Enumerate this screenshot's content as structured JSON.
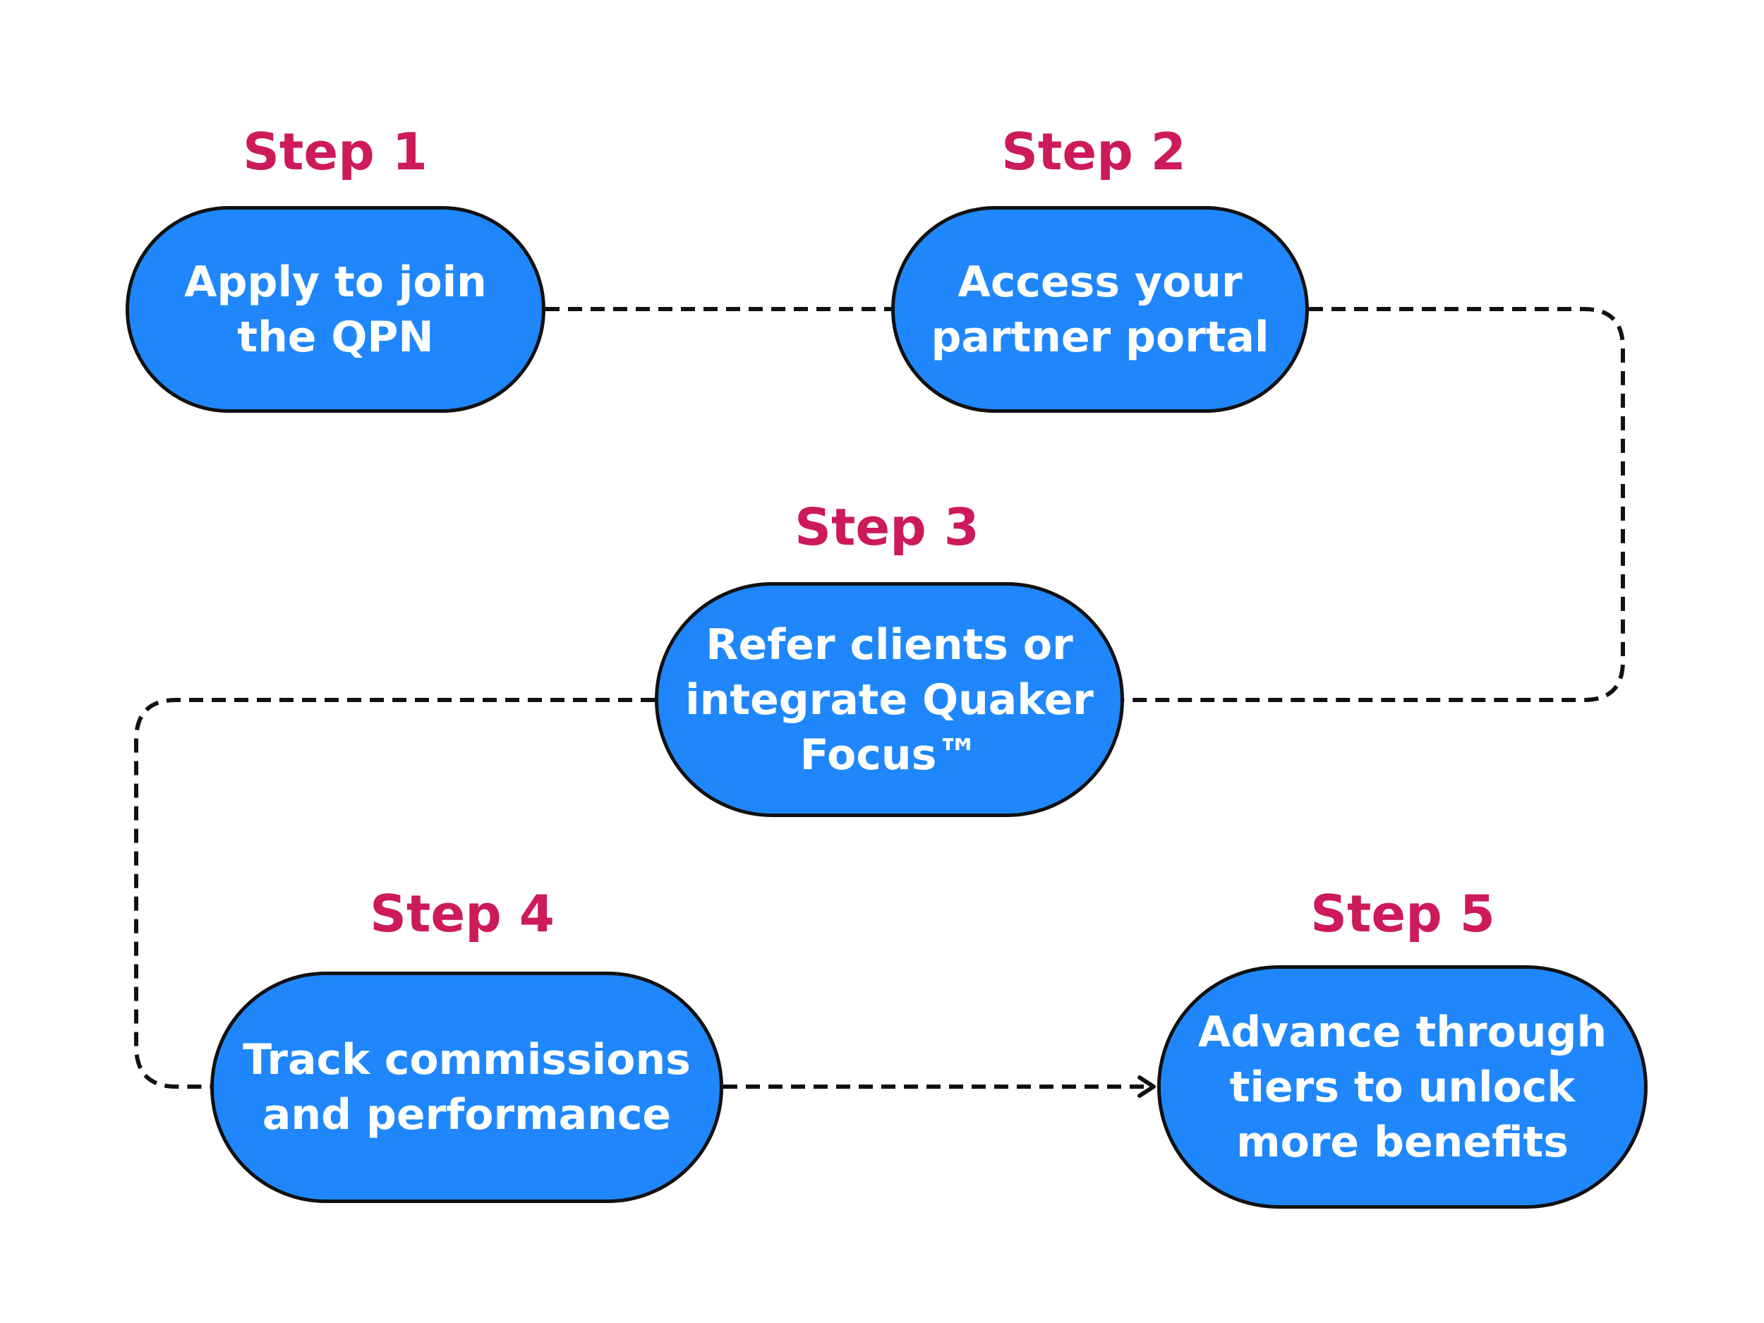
{
  "colors": {
    "background": "#ffffff",
    "step_label": "#cc1a5a",
    "node_fill": "#1f87fb",
    "node_stroke": "#111111",
    "node_text": "#ffffff",
    "connector": "#111111"
  },
  "steps": [
    {
      "label": "Step 1",
      "text": "Apply to join\nthe QPN"
    },
    {
      "label": "Step 2",
      "text": "Access your\npartner portal"
    },
    {
      "label": "Step 3",
      "text": "Refer clients or\nintegrate Quaker\nFocus™"
    },
    {
      "label": "Step 4",
      "text": "Track commissions\nand performance"
    },
    {
      "label": "Step 5",
      "text": "Advance through\ntiers to unlock\nmore benefits"
    }
  ]
}
